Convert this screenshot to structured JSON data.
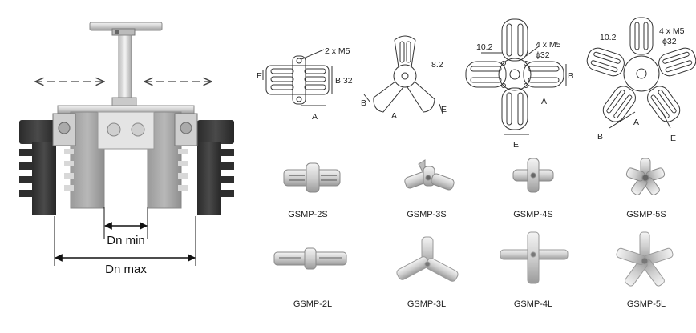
{
  "gripper": {
    "dn_min_label": "Dn min",
    "dn_max_label": "Dn max"
  },
  "drawings": {
    "d2": {
      "holes": "2 x M5",
      "b_dim": "B 32",
      "e": "E",
      "a": "A"
    },
    "d3": {
      "dim": "8.2",
      "b": "B",
      "a": "A",
      "e": "E"
    },
    "d4": {
      "dim": "10.2",
      "holes": "4 x M5",
      "dia": "ϕ32",
      "b": "B",
      "a": "A",
      "e": "E"
    },
    "d5": {
      "dim": "10.2",
      "holes": "4 x M5",
      "dia": "ϕ32",
      "b": "B",
      "a": "A",
      "e": "E"
    }
  },
  "products": [
    {
      "name": "GSMP-2S"
    },
    {
      "name": "GSMP-3S"
    },
    {
      "name": "GSMP-4S"
    },
    {
      "name": "GSMP-5S"
    },
    {
      "name": "GSMP-2L"
    },
    {
      "name": "GSMP-3L"
    },
    {
      "name": "GSMP-4L"
    },
    {
      "name": "GSMP-5L"
    }
  ]
}
